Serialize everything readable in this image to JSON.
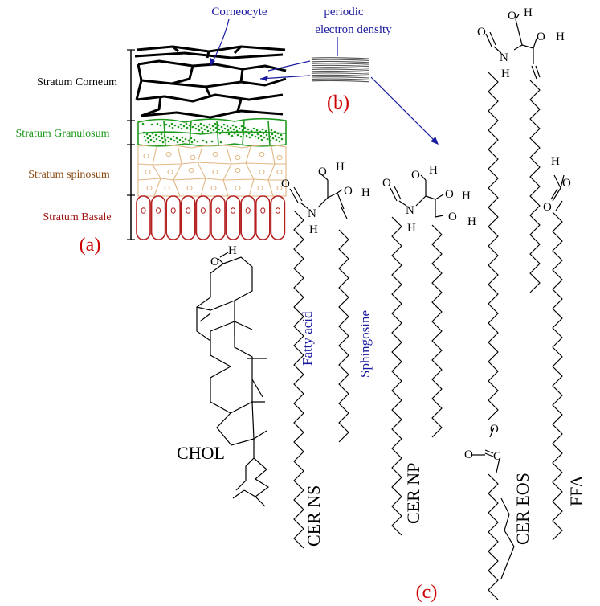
{
  "panels": {
    "a": "(a)",
    "b": "(b)",
    "c": "(c)"
  },
  "skin_layers": {
    "corneum": "Stratum Corneum",
    "granulosum": "Stratum Granulosum",
    "spinosum": "Stratum spinosum",
    "basale": "Stratum Basale"
  },
  "annotations": {
    "corneocyte": "Corneocyte",
    "periodic_line1": "periodic",
    "periodic_line2": "electron density"
  },
  "molecules": {
    "chol": "CHOL",
    "cer_ns": "CER NS",
    "cer_np": "CER NP",
    "cer_eos": "CER EOS",
    "ffa": "FFA",
    "fatty_acid": "Fatty acid",
    "sphingosine": "Sphingosine"
  },
  "atoms": {
    "O": "O",
    "H": "H",
    "N": "N",
    "C": "C"
  },
  "colors": {
    "label_red": "#cc0000",
    "granulosum_green": "#1e9a1e",
    "spinosum_brown": "#8b4a12",
    "basale_darkred": "#a01010",
    "annotation_blue": "#1a1aa0",
    "spinosum_cell": "#e2b784",
    "basale_cell": "#b52020"
  }
}
